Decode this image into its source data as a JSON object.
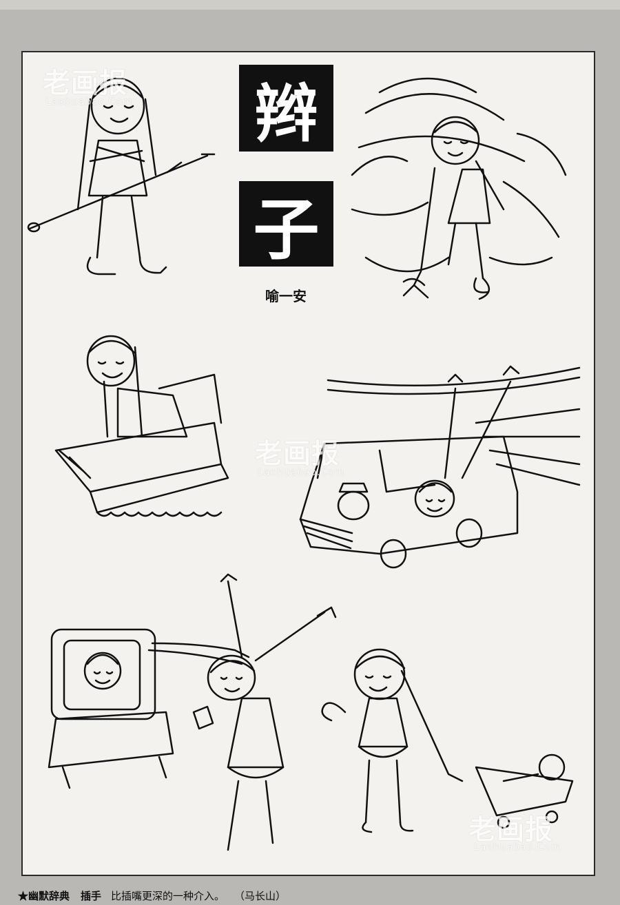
{
  "title": {
    "char1": "辫",
    "char2": "子"
  },
  "author": "喻一安",
  "watermark": {
    "text": "老画报",
    "site": "Laohuabao.Com"
  },
  "footer": {
    "dict": "★幽默辞典",
    "entry": "插手",
    "definition": "比插嘴更深的一种介入。",
    "credit": "（马长山）"
  }
}
